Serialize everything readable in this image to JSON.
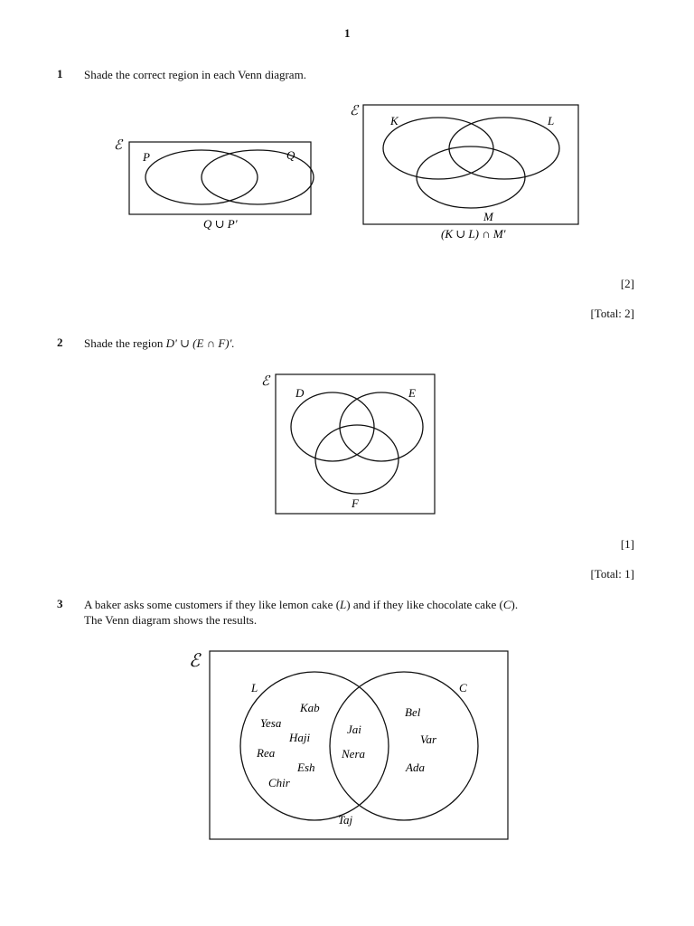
{
  "page_number": "1",
  "universal_symbol": "ℰ",
  "q1": {
    "number": "1",
    "text": "Shade the correct region in each Venn diagram.",
    "diagram_a": {
      "labels": {
        "P": "P",
        "Q": "Q"
      },
      "caption": "Q ∪ P'"
    },
    "diagram_b": {
      "labels": {
        "K": "K",
        "L": "L",
        "M": "M"
      },
      "caption": "(K ∪ L) ∩ M'"
    },
    "marks": "[2]",
    "total": "[Total: 2]"
  },
  "q2": {
    "number": "2",
    "text_prefix": "Shade the region ",
    "expression": "D' ∪ (E ∩ F)'.",
    "diagram": {
      "labels": {
        "D": "D",
        "E": "E",
        "F": "F"
      }
    },
    "marks": "[1]",
    "total": "[Total: 1]"
  },
  "q3": {
    "number": "3",
    "line1_a": "A baker asks some customers if they like lemon cake (",
    "line1_L": "L",
    "line1_b": ") and if they like chocolate cake (",
    "line1_C": "C",
    "line1_c": ").",
    "line2": "The Venn diagram shows the results.",
    "diagram": {
      "labels": {
        "L": "L",
        "C": "C"
      },
      "names": {
        "kab": "Kab",
        "yesa": "Yesa",
        "haji": "Haji",
        "rea": "Rea",
        "esh": "Esh",
        "chir": "Chir",
        "jai": "Jai",
        "nera": "Nera",
        "bel": "Bel",
        "var": "Var",
        "ada": "Ada",
        "taj": "Taj"
      }
    }
  }
}
